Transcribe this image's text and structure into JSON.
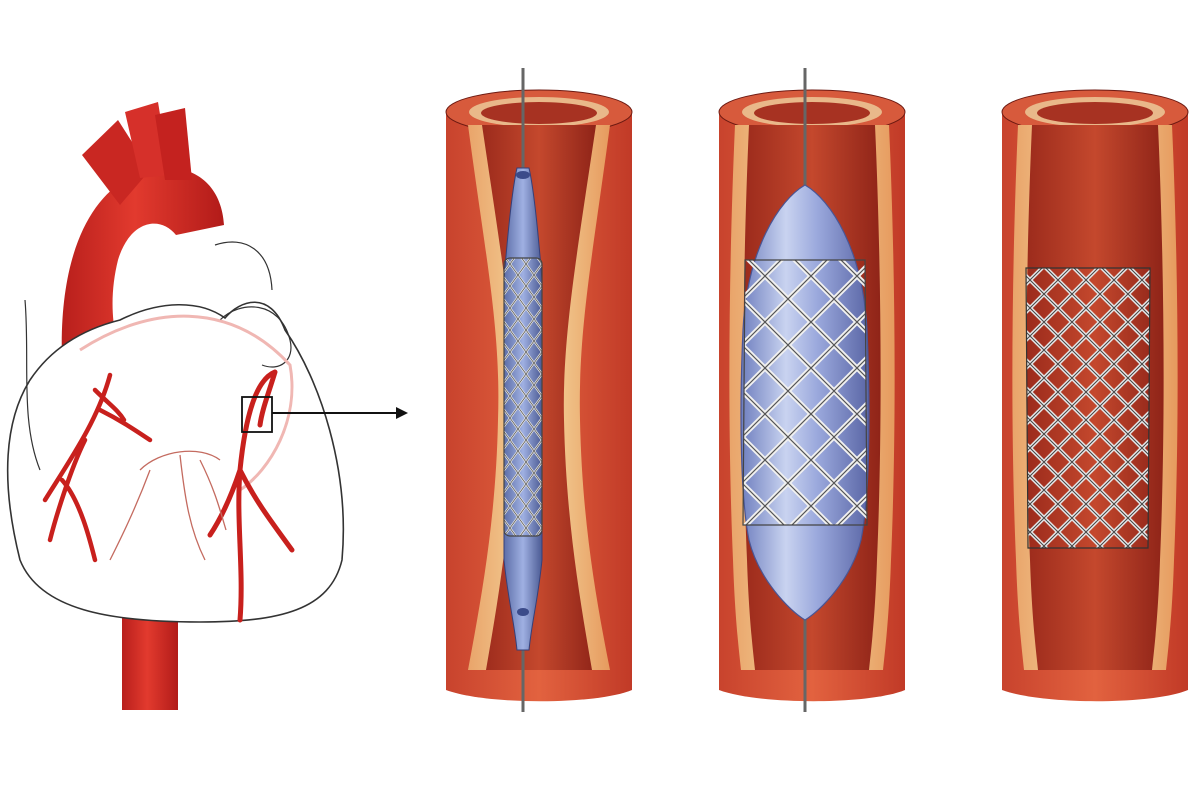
{
  "figure": {
    "panels": [
      {
        "id": "heart",
        "illustration": "heart-with-coronary-arteries",
        "detail": "boxed-coronary-segment"
      },
      {
        "id": "stage-1",
        "illustration": "crimped-stent-on-deflated-balloon-in-narrowed-artery"
      },
      {
        "id": "stage-2",
        "illustration": "stent-expanded-by-inflated-balloon"
      },
      {
        "id": "stage-3",
        "illustration": "stent-left-in-widened-artery"
      }
    ],
    "pointer": "arrow-right-icon"
  },
  "colors": {
    "background": "#ffffff",
    "artery": "#d42a22",
    "artery_dark": "#a8191a",
    "vessel_wall": "#d9553a",
    "vessel_lumen": "#b73a26",
    "plaque": "#f2c98a",
    "balloon": "#8a9ad1",
    "stent": "#8c8c8c",
    "outline": "#333333"
  }
}
